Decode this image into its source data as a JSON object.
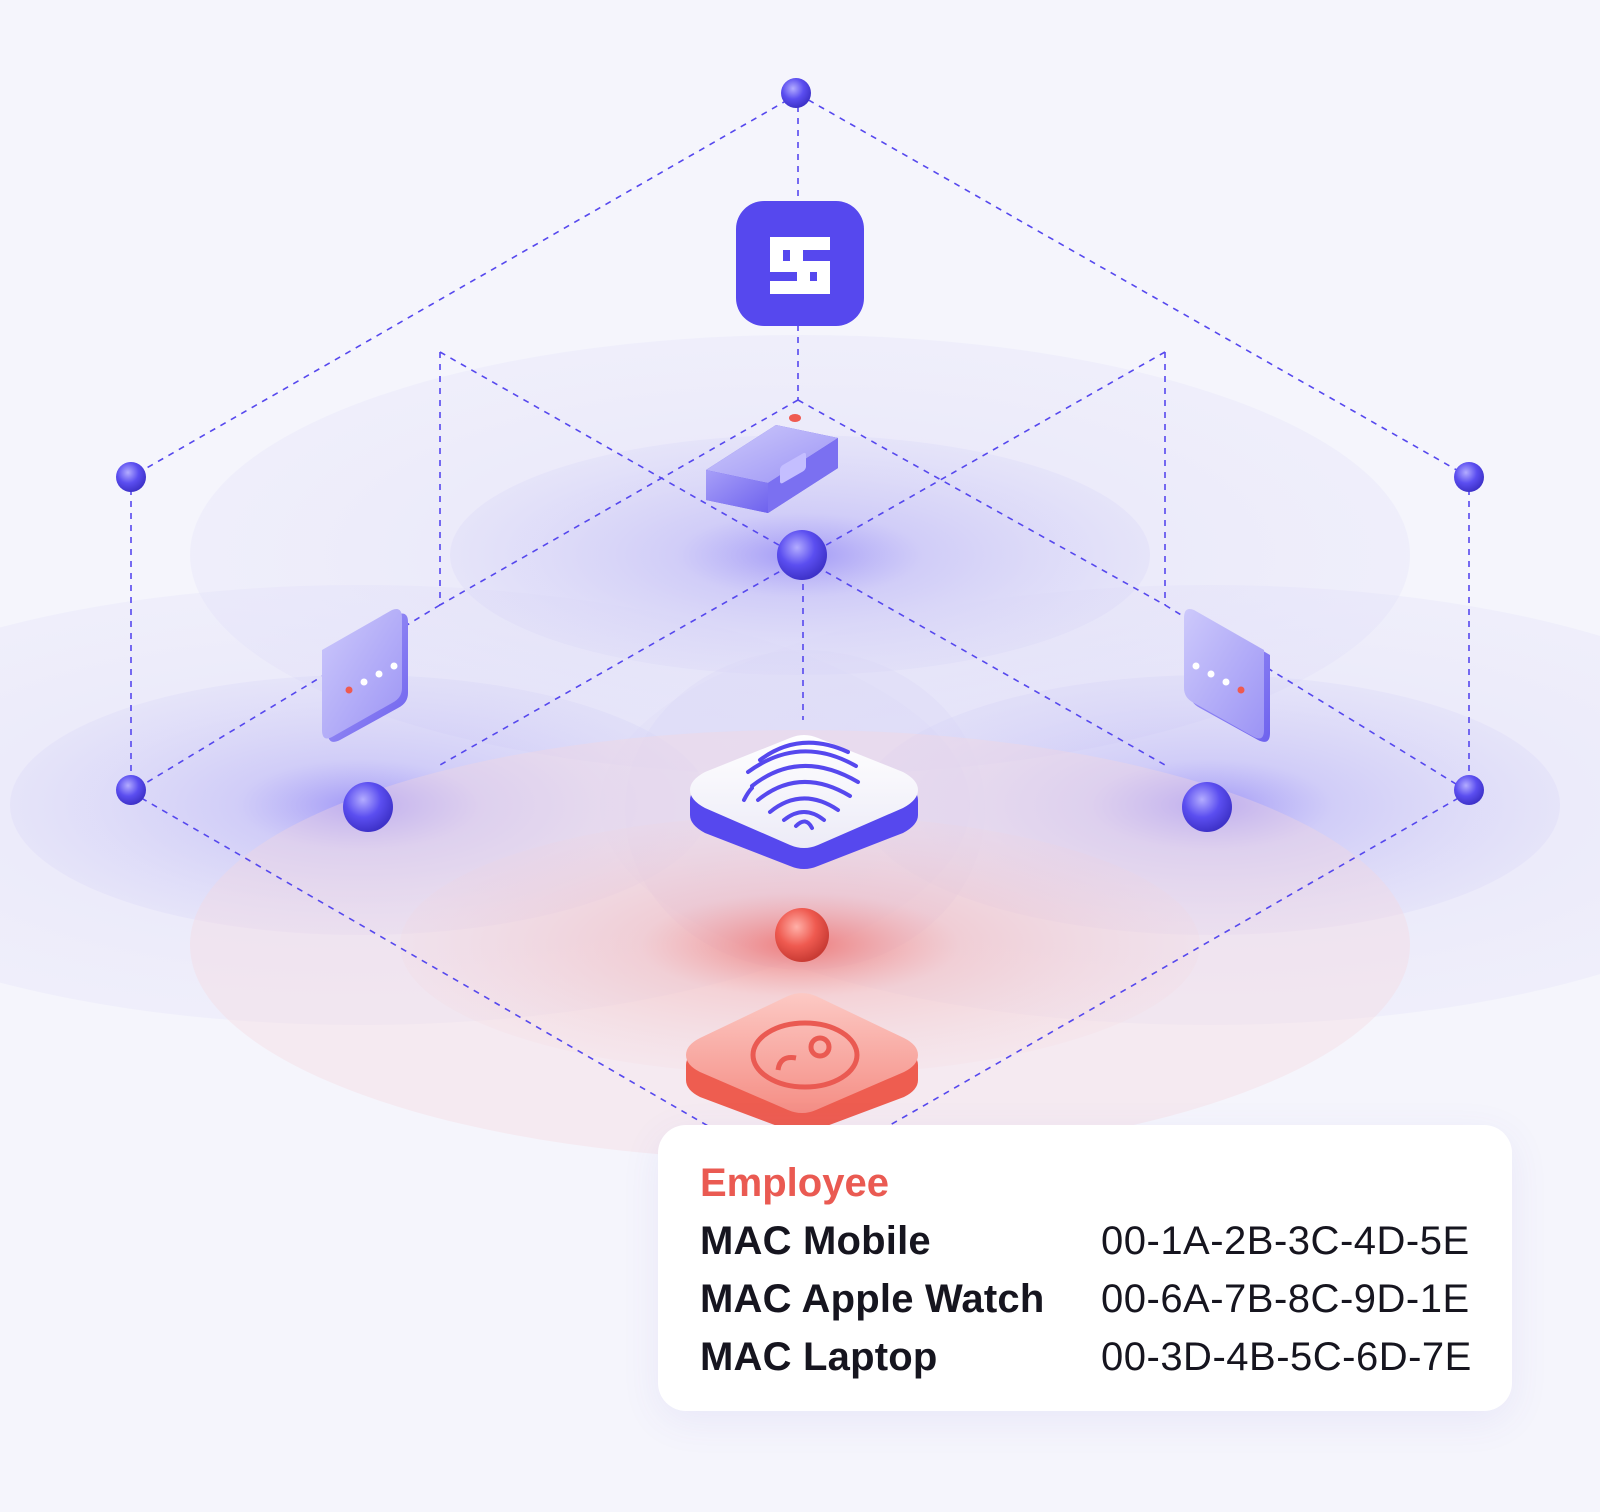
{
  "colors": {
    "accent": "#5648ee",
    "alert": "#ea5a52",
    "background": "#f5f5fc",
    "text": "#16151f"
  },
  "icons": {
    "hub": "brand-logo-icon",
    "camera": "camera-device-icon",
    "left_reader": "wall-reader-icon",
    "right_reader": "wall-reader-icon",
    "scanner": "fingerprint-icon",
    "person": "person-icon"
  },
  "card": {
    "title": "Employee",
    "rows": [
      {
        "label": "MAC Mobile",
        "value": "00-1A-2B-3C-4D-5E"
      },
      {
        "label": "MAC Apple Watch",
        "value": "00-6A-7B-8C-9D-1E"
      },
      {
        "label": "MAC Laptop",
        "value": "00-3D-4B-5C-6D-7E"
      }
    ]
  }
}
